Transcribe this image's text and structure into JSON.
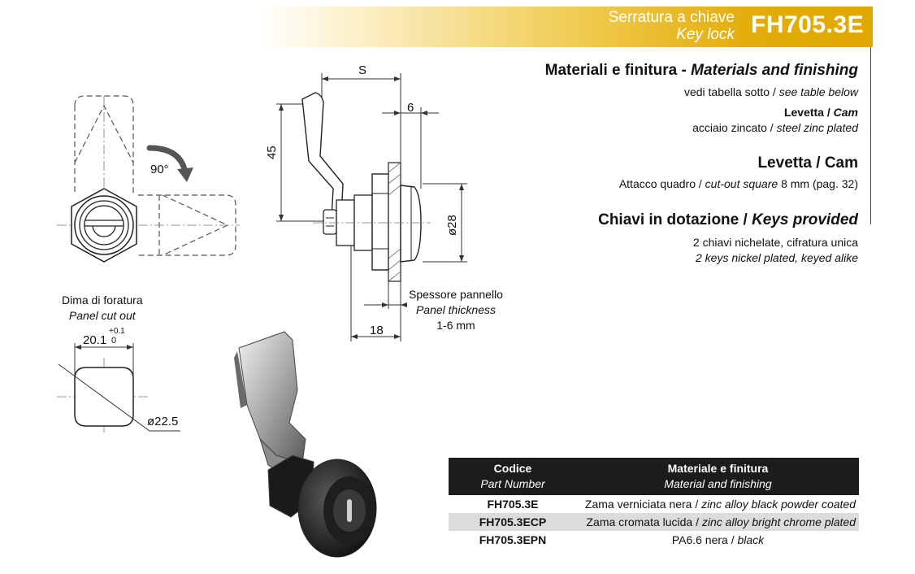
{
  "header": {
    "title_it": "Serratura a chiave",
    "title_en": "Key lock",
    "code": "FH705.3E",
    "colors": {
      "gold": "#e0a800",
      "text": "#ffffff"
    }
  },
  "materials": {
    "heading_it": "Materiali e finitura -",
    "heading_en": "Materials and finishing",
    "note_it": "vedi tabella sotto /",
    "note_en": "see table below",
    "cam_label_it": "Levetta /",
    "cam_label_en": "Cam",
    "cam_material_it": "acciaio zincato /",
    "cam_material_en": "steel zinc plated"
  },
  "cam": {
    "heading": "Levetta / Cam",
    "text_it": "Attacco quadro /",
    "text_en": "cut-out square",
    "text_size": "8 mm (pag. 32)"
  },
  "keys": {
    "heading_it": "Chiavi in dotazione /",
    "heading_en": "Keys provided",
    "line_it": "2 chiavi nichelate, cifratura unica",
    "line_en": "2 keys nickel plated, keyed alike"
  },
  "drawing": {
    "rotation": "90°",
    "dim_s": "S",
    "dim_6": "6",
    "dim_45": "45",
    "dim_28": "ø28",
    "dim_18": "18",
    "panel_it": "Spessore pannello",
    "panel_en": "Panel thickness",
    "panel_range": "1-6 mm",
    "cutout_it": "Dima di foratura",
    "cutout_en": "Panel cut out",
    "cutout_w": "20.1",
    "tol_plus": "+0.1",
    "tol_zero": "0",
    "cutout_d": "ø22.5"
  },
  "table": {
    "col1_it": "Codice",
    "col1_en": "Part Number",
    "col2_it": "Materiale e finitura",
    "col2_en": "Material and finishing",
    "rows": [
      {
        "code": "FH705.3E",
        "mat_it": "Zama verniciata nera /",
        "mat_en": "zinc alloy black powder coated"
      },
      {
        "code": "FH705.3ECP",
        "mat_it": "Zama cromata lucida /",
        "mat_en": "zinc alloy bright chrome plated"
      },
      {
        "code": "FH705.3EPN",
        "mat_it": "PA6.6 nera /",
        "mat_en": "black"
      }
    ]
  }
}
